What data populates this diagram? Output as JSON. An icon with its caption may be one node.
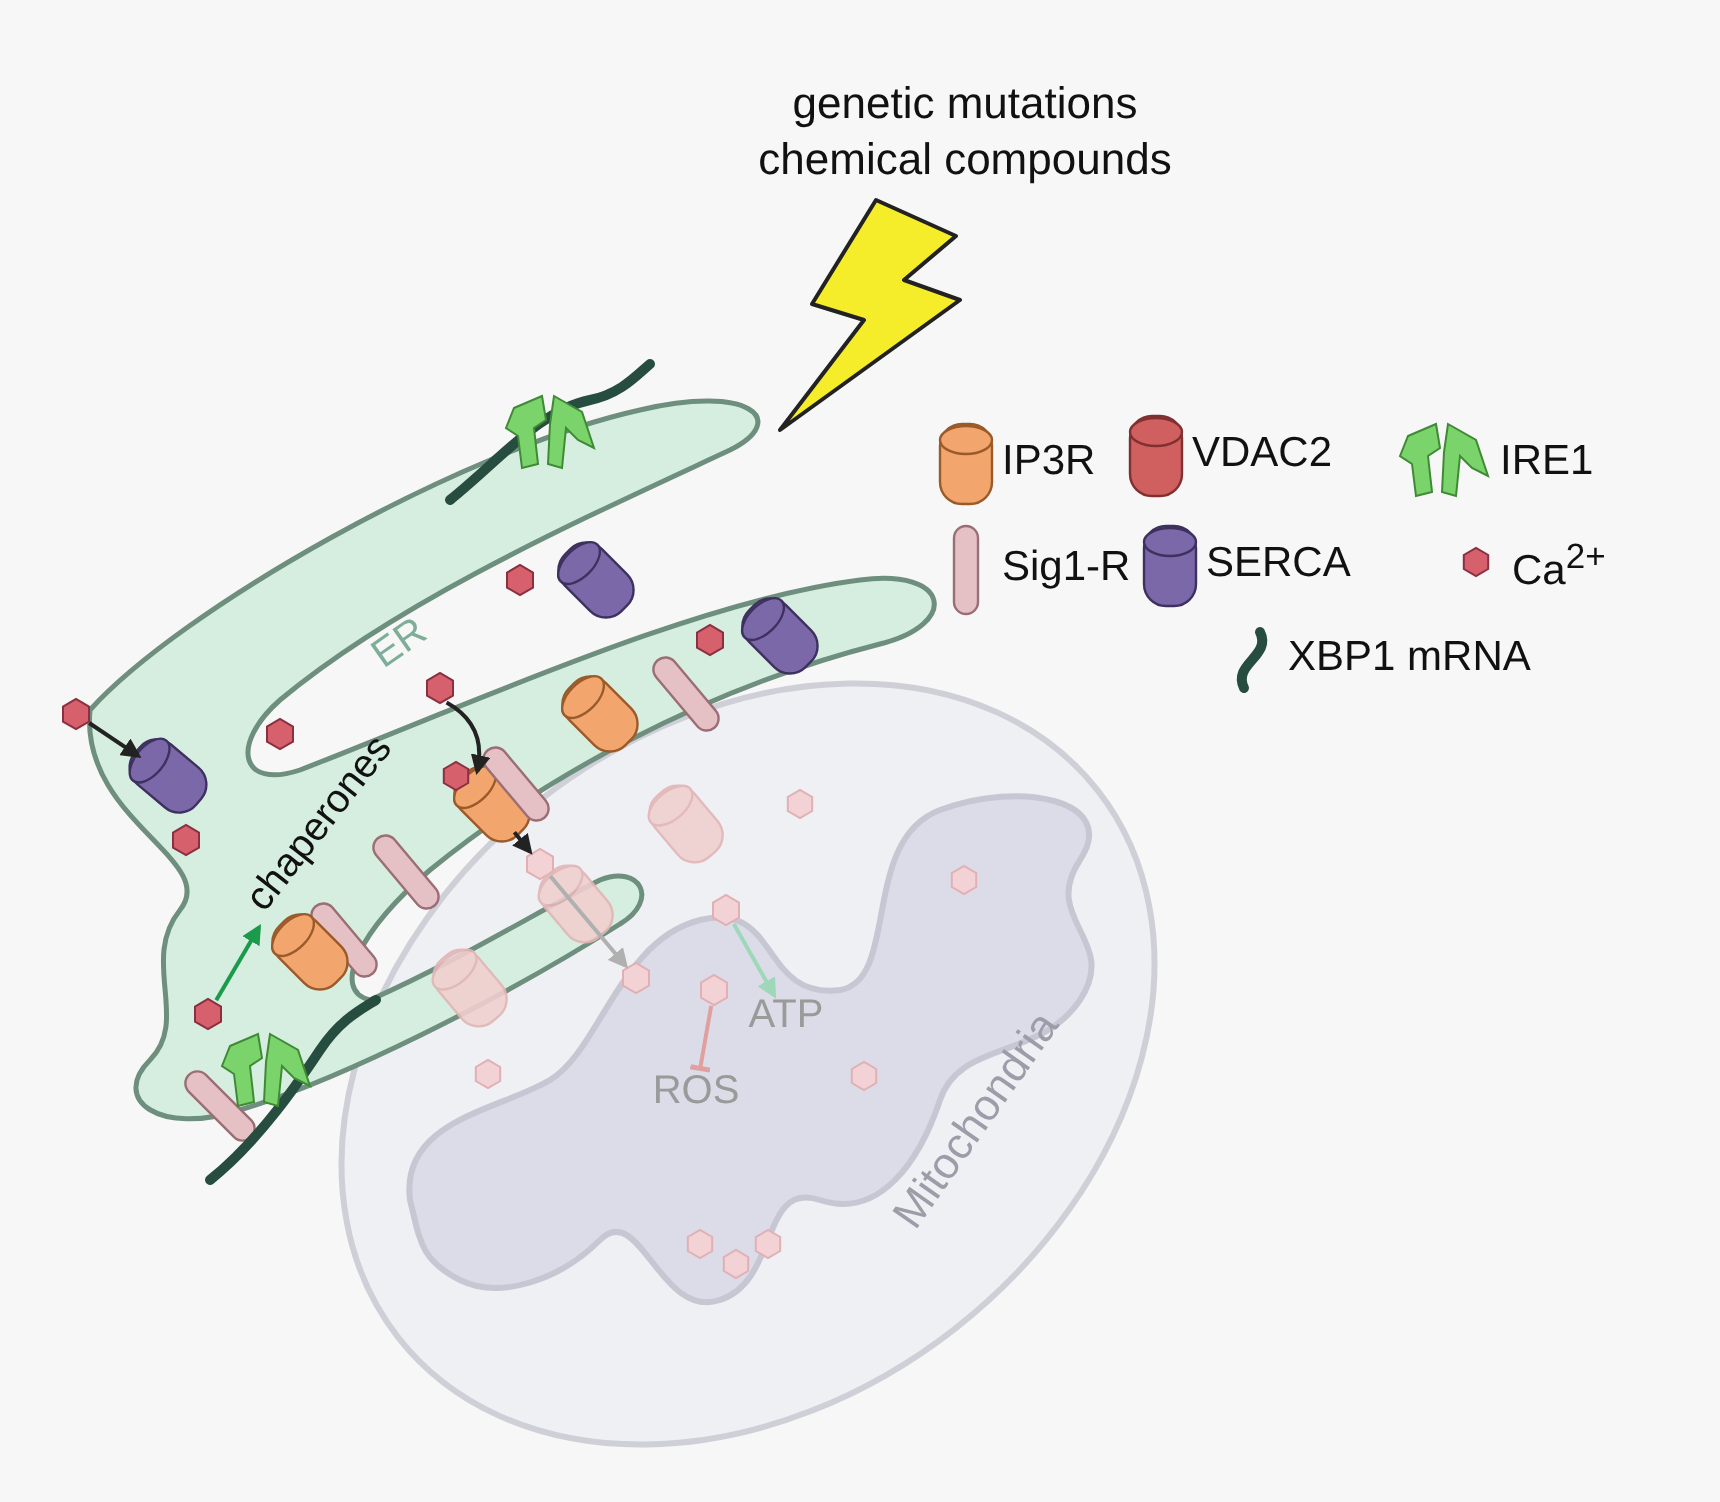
{
  "diagram": {
    "nodes": [
      {
        "text": [
          "ER"
        ]
      },
      {
        "text": [
          "Mitochondria"
        ]
      },
      {
        "text": [],
        "shape": "hexagon"
      },
      {
        "text": [],
        "shape": "cylinder",
        "in": 0
      },
      {
        "text": [],
        "shape": "hexagon"
      },
      {
        "text": [],
        "shape": "cylinder",
        "in": 0
      },
      {
        "text": [],
        "shape": "hexagon",
        "in": 1
      },
      {
        "text": [],
        "shape": "hexagon",
        "in": 1
      },
      {
        "text": [],
        "shape": "hexagon",
        "in": 1
      },
      {
        "text": [
          "ATP"
        ],
        "in": 1
      },
      {
        "text": [],
        "shape": "hexagon",
        "in": 1
      },
      {
        "text": [
          "ROS"
        ],
        "in": 1
      },
      {
        "text": [],
        "shape": "hexagon",
        "in": 0
      },
      {
        "text": [
          "chaperones"
        ],
        "in": 0
      }
    ],
    "edges": [
      {
        "from": 2,
        "to": 3,
        "arrow": "to"
      },
      {
        "from": 4,
        "to": 5,
        "arrow": "to"
      },
      {
        "from": 5,
        "to": 6,
        "arrow": "to"
      },
      {
        "from": 6,
        "to": 7,
        "arrow": "to",
        "color": "#b0b0b0"
      },
      {
        "from": 8,
        "to": 9,
        "arrow": "to",
        "color": "#9ed8b8"
      },
      {
        "from": 10,
        "to": 11,
        "arrow": "other",
        "color": "#e0a0a0"
      },
      {
        "from": 12,
        "to": 13,
        "arrow": "to",
        "color": "#1a9a4a"
      }
    ],
    "labels": [
      "genetic mutations chemical compounds"
    ],
    "legend": [
      {
        "text": "IP3R"
      },
      {
        "text": "VDAC2"
      },
      {
        "text": "IRE1"
      },
      {
        "text": "Sig1-R"
      },
      {
        "text": "SERCA"
      },
      {
        "text": "Ca$^{2+}$"
      },
      {
        "text": "XBP1 mRNA"
      }
    ]
  }
}
